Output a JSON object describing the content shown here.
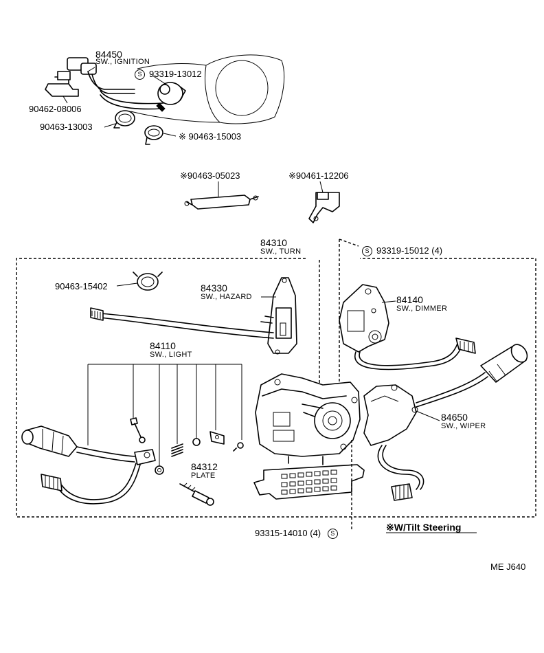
{
  "ignition": {
    "part_no": "84450",
    "part_name": "SW., IGNITION",
    "screw": "93319-13012",
    "bracket": "90462-08006",
    "clamp_a": "90463-13003",
    "clamp_b": "90463-15003"
  },
  "tilt_parts": {
    "bracket_a": "90463-05023",
    "bracket_b": "90461-12206"
  },
  "turn": {
    "part_no": "84310",
    "part_name": "SW., TURN",
    "screw": "93319-15012 (4)"
  },
  "clamp_c": "90463-15402",
  "hazard": {
    "part_no": "84330",
    "part_name": "SW., HAZARD"
  },
  "dimmer": {
    "part_no": "84140",
    "part_name": "SW., DIMMER"
  },
  "light": {
    "part_no": "84110",
    "part_name": "SW., LIGHT"
  },
  "wiper": {
    "part_no": "84650",
    "part_name": "SW., WIPER"
  },
  "plate": {
    "part_no": "84312",
    "part_name": "PLATE"
  },
  "bottom_screw": "93315-14010 (4)",
  "note": "W/Tilt Steering",
  "note_mark": "※",
  "screw_symbol": "S",
  "ref_code": "ME  J640"
}
